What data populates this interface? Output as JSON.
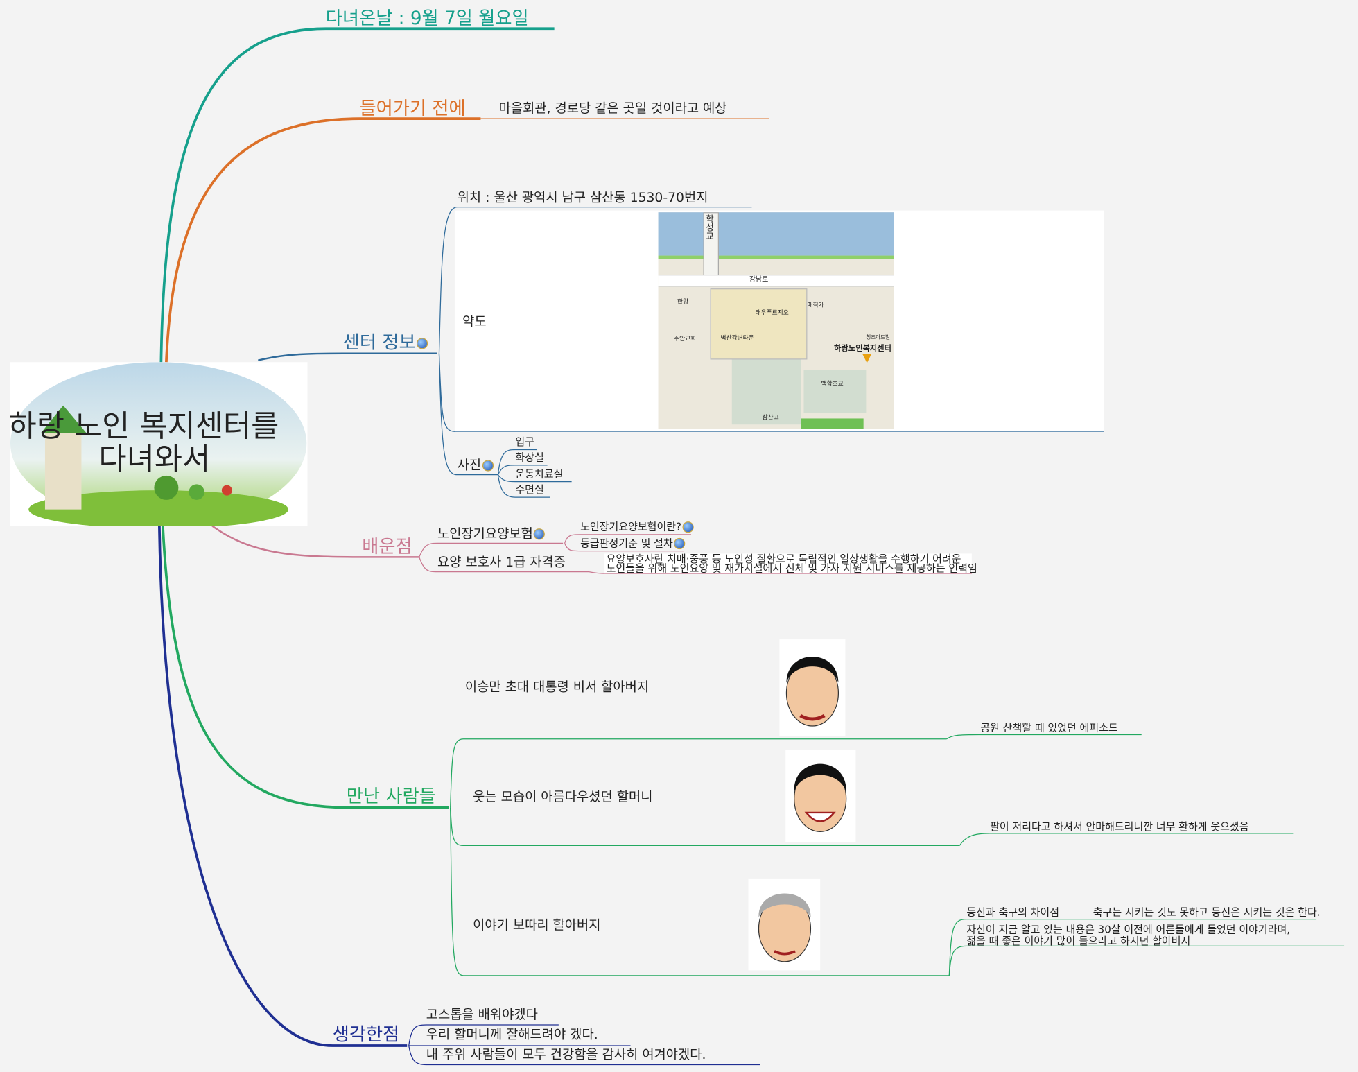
{
  "center": {
    "line1": "하랑 노인 복지센터를",
    "line2": "다녀와서"
  },
  "branches": {
    "visit": {
      "label": "다녀온날 : 9월 7일 월요일",
      "color": "#16a08c"
    },
    "before": {
      "label": "들어가기 전에",
      "color": "#dc7028",
      "child": "마을회관, 경로당 같은 곳일 것이라고 예상"
    },
    "info": {
      "label": "센터 정보",
      "color": "#2e6a9a",
      "location": "위치 : 울산 광역시 남구 삼산동 1530-70번지",
      "map_label": "약도",
      "map": {
        "bridge": "학성교",
        "road": "강남로",
        "places": [
          "한양",
          "태우푸르지오",
          "매직카",
          "주안교회",
          "벽산강변타운",
          "청조아트빌",
          "하랑노인복지센터",
          "백합초교",
          "삼산고"
        ]
      },
      "photos": {
        "label": "사진",
        "items": [
          "입구",
          "화장실",
          "운동치료실",
          "수면실"
        ]
      }
    },
    "learned": {
      "label": "배운점",
      "color": "#c97890",
      "insurance": {
        "label": "노인장기요양보험",
        "items": [
          "노인장기요양보험이란?",
          "등급판정기준 및 절차"
        ]
      },
      "cert": {
        "label": "요양 보호사 1급 자격증",
        "desc1": "요양보호사란 치매·중풍 등 노인성 질환으로 독립적인 일상생활을 수행하기 어려운",
        "desc2": "노인들을 위해 노인요양 및 재가시설에서 신체 및 가사 지원 서비스를 제공하는 인력임"
      }
    },
    "people": {
      "label": "만난 사람들",
      "color": "#22a860",
      "items": [
        {
          "label": "이승만 초대 대통령 비서 할아버지",
          "note": "공원 산책할 때 있었던 에피소드"
        },
        {
          "label": "웃는 모습이 아름다우셨던 할머니",
          "note": "팔이 저리다고 하셔서 안마해드리니깐 너무 환하게 웃으셨음"
        },
        {
          "label": "이야기 보따리 할아버지",
          "note": "등신과 축구의 차이점",
          "note_child": "축구는 시키는 것도 못하고 등신은 시키는 것은 한다.",
          "note2_1": "자신이 지금 알고 있는 내용은 30살 이전에 어른들에게 들었던 이야기라며,",
          "note2_2": "젊을 때 좋은 이야기 많이 들으라고 하시던 할아버지"
        }
      ]
    },
    "thoughts": {
      "label": "생각한점",
      "color": "#1f2f92",
      "items": [
        "고스톱을 배워야겠다",
        "우리 할머니께 잘해드려야 겠다.",
        "내 주위 사람들이 모두 건강함을 감사히 여겨야겠다."
      ]
    }
  }
}
